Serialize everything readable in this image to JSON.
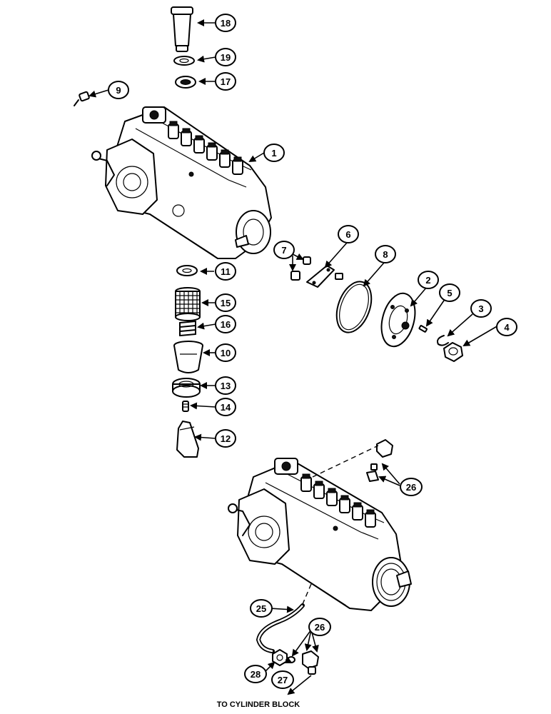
{
  "callouts": {
    "c1": "1",
    "c2": "2",
    "c3": "3",
    "c4": "4",
    "c5": "5",
    "c6": "6",
    "c7": "7",
    "c8": "8",
    "c9": "9",
    "c10": "10",
    "c11": "11",
    "c12": "12",
    "c13": "13",
    "c14": "14",
    "c15": "15",
    "c16": "16",
    "c17": "17",
    "c18": "18",
    "c19": "19",
    "c25": "25",
    "c26a": "26",
    "c26b": "26",
    "c27": "27",
    "c28": "28"
  },
  "caption": "TO CYLINDER BLOCK"
}
